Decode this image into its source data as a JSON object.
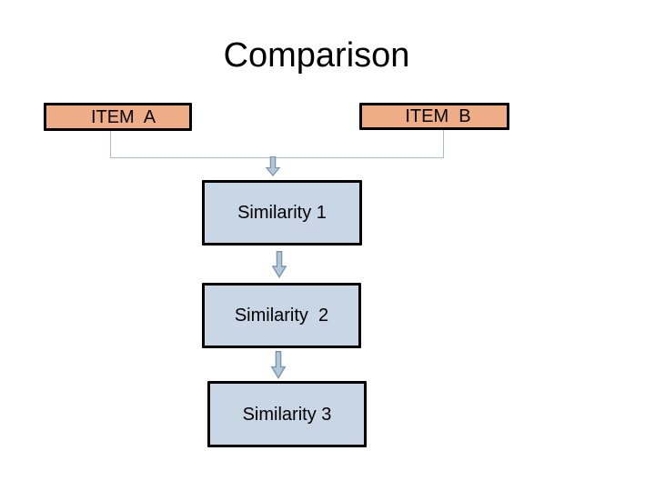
{
  "slide": {
    "title": "Comparison",
    "items": [
      {
        "label": "ITEM  A"
      },
      {
        "label": "ITEM  B"
      }
    ],
    "similarities": [
      {
        "label": "Similarity 1"
      },
      {
        "label": "Similarity  2"
      },
      {
        "label": "Similarity 3"
      }
    ],
    "icons": {
      "down_arrow": "down-arrow-icon"
    },
    "colors": {
      "background": "#ffffff",
      "title_text": "#000000",
      "item_box_fill": "#efad87",
      "similarity_box_fill": "#c8d6e6",
      "box_border": "#000000",
      "connector_line": "#aebcc6",
      "arrow_fill": "#b2c7db",
      "arrow_stroke": "#7d95aa"
    }
  }
}
